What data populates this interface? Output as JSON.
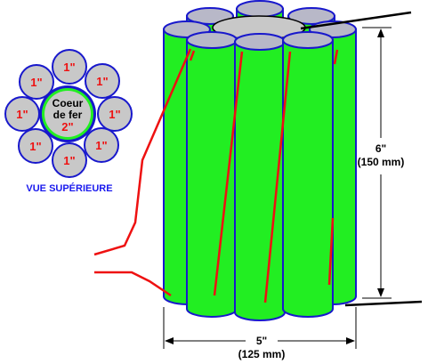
{
  "top_view": {
    "small_cylinder_label": "1\"",
    "core_label_line1": "Coeur",
    "core_label_line2": "de fer",
    "core_size_label": "2\"",
    "caption": "VUE SUPÉRIEURE"
  },
  "dimensions": {
    "height_inches": "6\"",
    "height_mm": "(150 mm)",
    "width_inches": "5\"",
    "width_mm": "(125 mm)"
  },
  "colors": {
    "cylinder_fill": "#22ee22",
    "cylinder_outline": "#1818cc",
    "top_cap_fill": "#b8b8c8",
    "core_fill": "#c8c8c8",
    "wire": "#ee1111",
    "label_red": "#ee1111",
    "caption_blue": "#1a1aee"
  }
}
